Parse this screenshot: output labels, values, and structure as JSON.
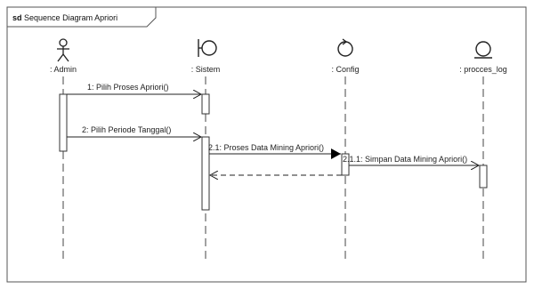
{
  "frame": {
    "keyword": "sd",
    "title": "Sequence Diagram Apriori"
  },
  "lifelines": [
    {
      "id": "admin",
      "label": ": Admin",
      "icon": "actor-icon"
    },
    {
      "id": "sistem",
      "label": ": Sistem",
      "icon": "boundary-icon"
    },
    {
      "id": "config",
      "label": ": Config",
      "icon": "control-icon"
    },
    {
      "id": "log",
      "label": ": procces_log",
      "icon": "entity-icon"
    }
  ],
  "messages": [
    {
      "label": "1: Pilih Proses Apriori()",
      "from": "admin",
      "to": "sistem"
    },
    {
      "label": "2: Pilih Periode Tanggal()",
      "from": "admin",
      "to": "sistem"
    },
    {
      "label": "2.1: Proses Data Mining Apriori()",
      "from": "sistem",
      "to": "config"
    },
    {
      "label": "2.1.1: Simpan Data Mining Apriori()",
      "from": "config",
      "to": "log"
    },
    {
      "label": "",
      "from": "config",
      "to": "sistem",
      "kind": "return"
    }
  ]
}
